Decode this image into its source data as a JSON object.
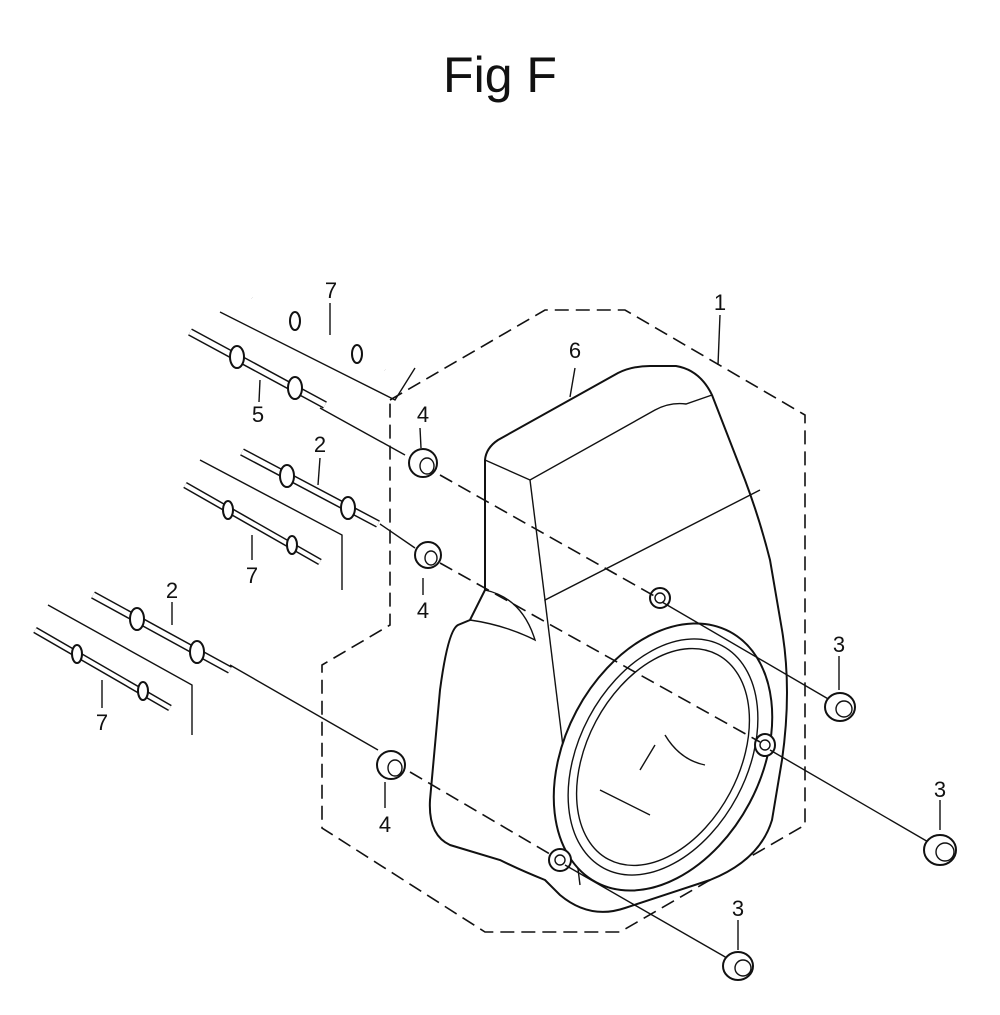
{
  "title": "Fig F",
  "callouts": {
    "c1": "1",
    "c6": "6",
    "c7a": "7",
    "c5": "5",
    "c2a": "2",
    "c7b": "7",
    "c2b": "2",
    "c7c": "7",
    "c4a": "4",
    "c4b": "4",
    "c4c": "4",
    "c3a": "3",
    "c3b": "3",
    "c3c": "3"
  }
}
